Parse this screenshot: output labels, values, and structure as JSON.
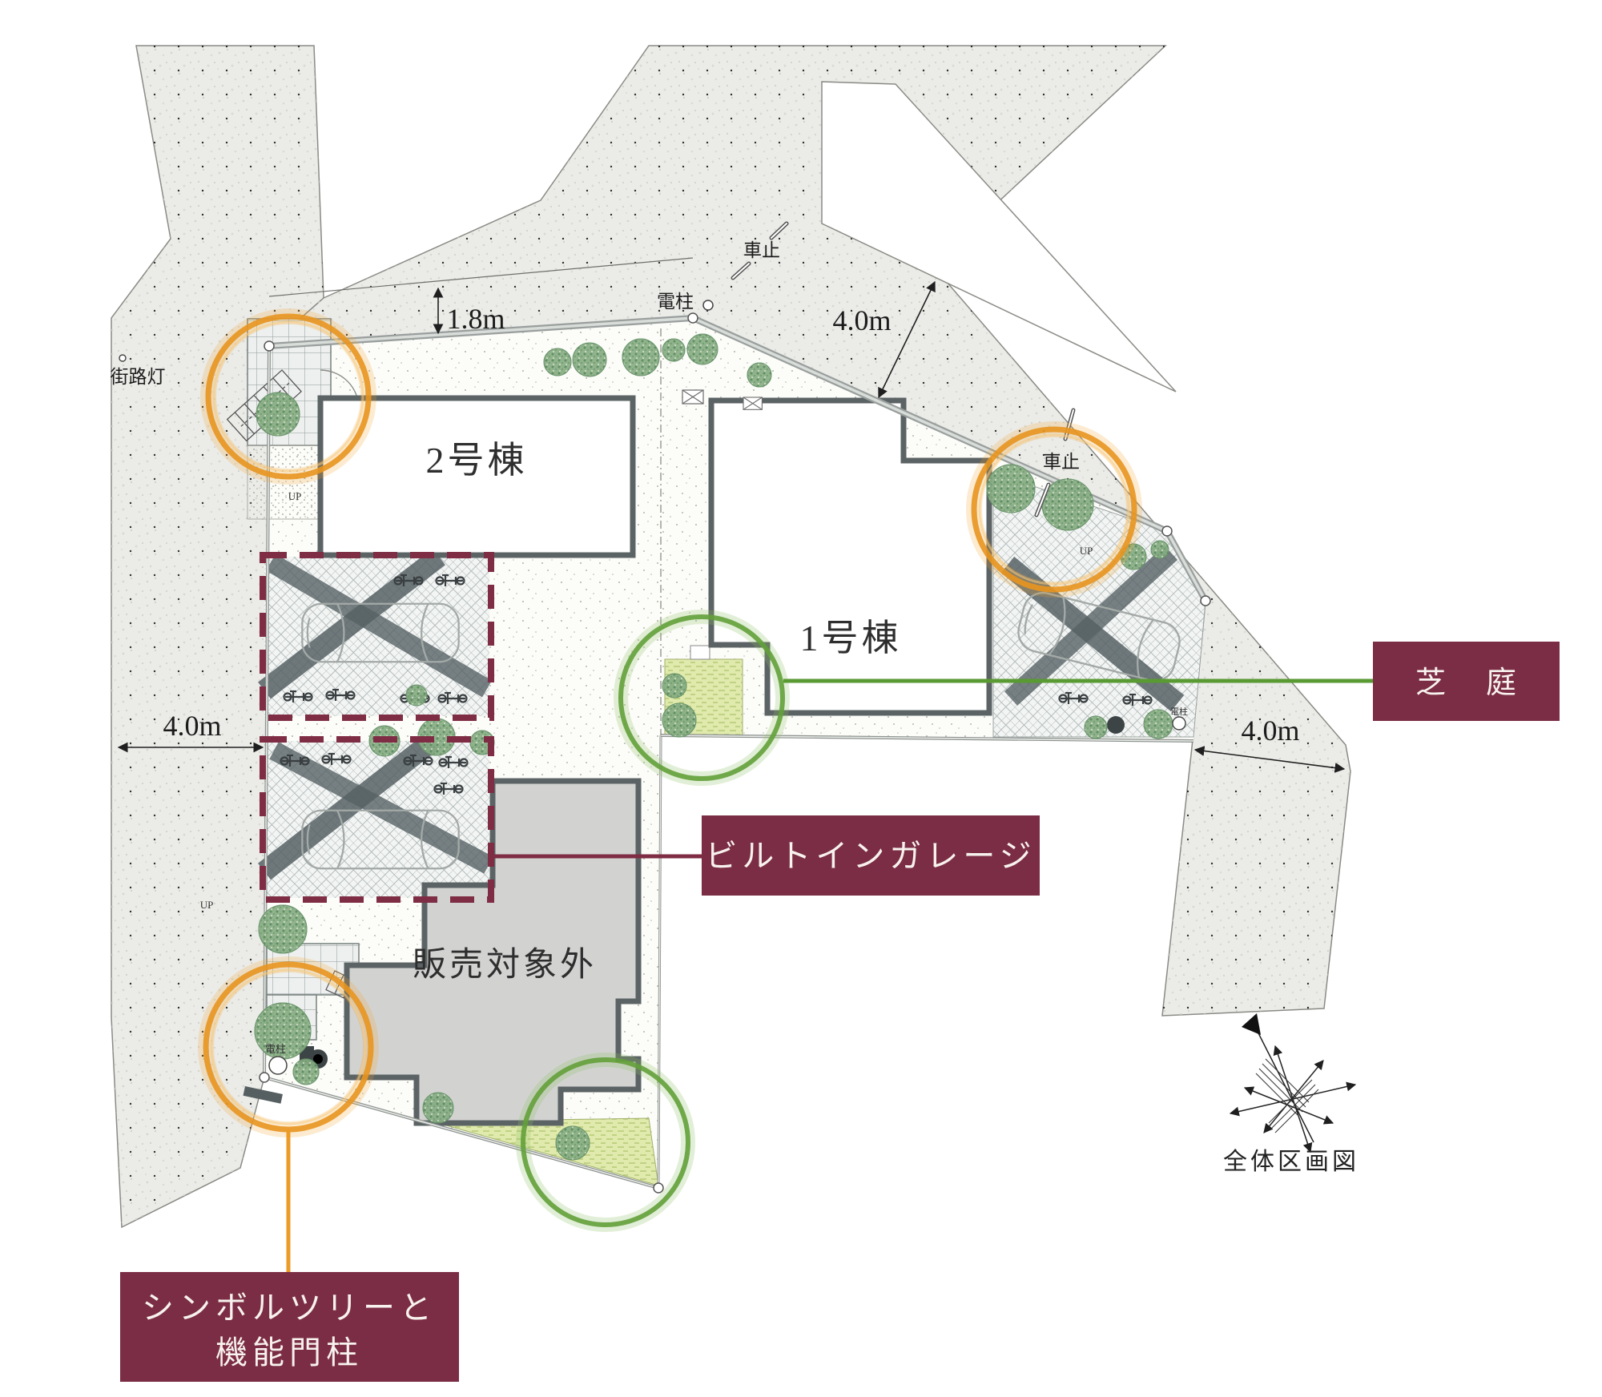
{
  "title": "全体区画図",
  "buildings": {
    "unit1": "1号棟",
    "unit2": "2号棟",
    "not_for_sale": "販売対象外"
  },
  "callouts": {
    "lawn_garden": "芝　庭",
    "built_in_garage": "ビルトインガレージ",
    "symbol_tree_line1": "シンボルツリーと",
    "symbol_tree_line2": "機能門柱"
  },
  "dimensions": {
    "offset_18": "1.8m",
    "road_40": "4.0m"
  },
  "map_labels": {
    "street_light": "街路灯",
    "utility_pole": "電柱",
    "car_stop": "車止",
    "up": "UP",
    "caption": "全体区画図"
  },
  "colors": {
    "maroon": "#7b2d45",
    "orange": "#e8951f",
    "green": "#63a03a",
    "lawn": "#e0eaad",
    "road": "#ebebe8",
    "wall": "#5c6365",
    "not_for_sale_fill": "#d2d3d1",
    "tree": "#87ad83"
  }
}
